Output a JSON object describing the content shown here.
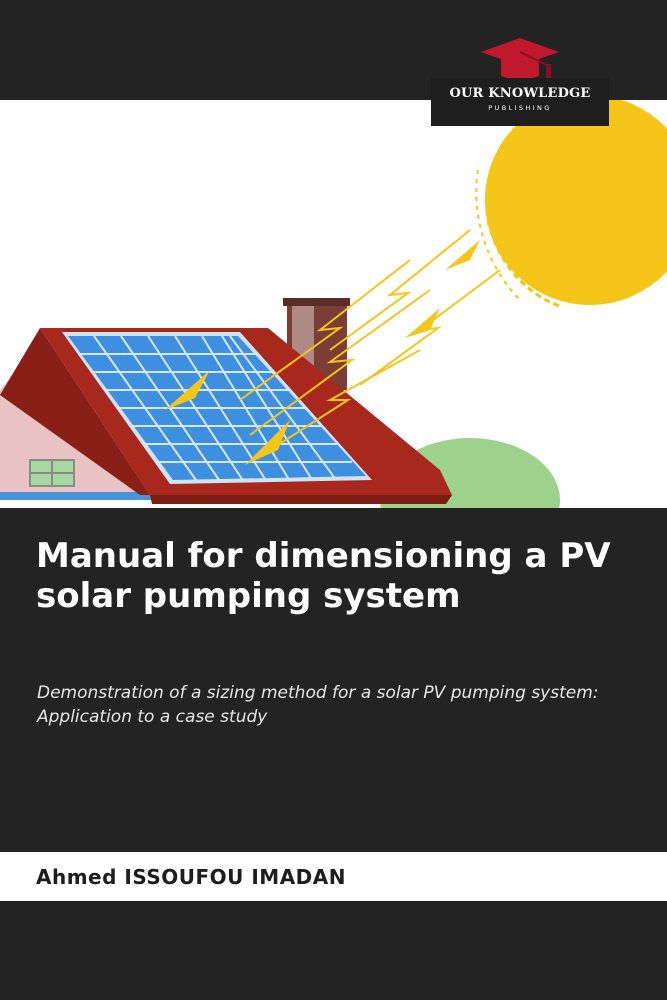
{
  "publisher": {
    "name": "OUR KNOWLEDGE",
    "tagline": "PUBLISHING"
  },
  "book": {
    "title": "Manual for dimensioning a PV solar pumping system",
    "subtitle": "Demonstration of a sizing method for a solar PV pumping system: Application to a case study",
    "author": "Ahmed ISSOUFOU IMADAN"
  },
  "colors": {
    "background": "#232323",
    "sun": "#F5C518",
    "roof": "#A8281E",
    "panel": "#3F8FE0",
    "grass": "#9ED18B",
    "logo_cap": "#C0182C"
  },
  "icons": {
    "publisher_logo": "graduation-cap-icon"
  }
}
